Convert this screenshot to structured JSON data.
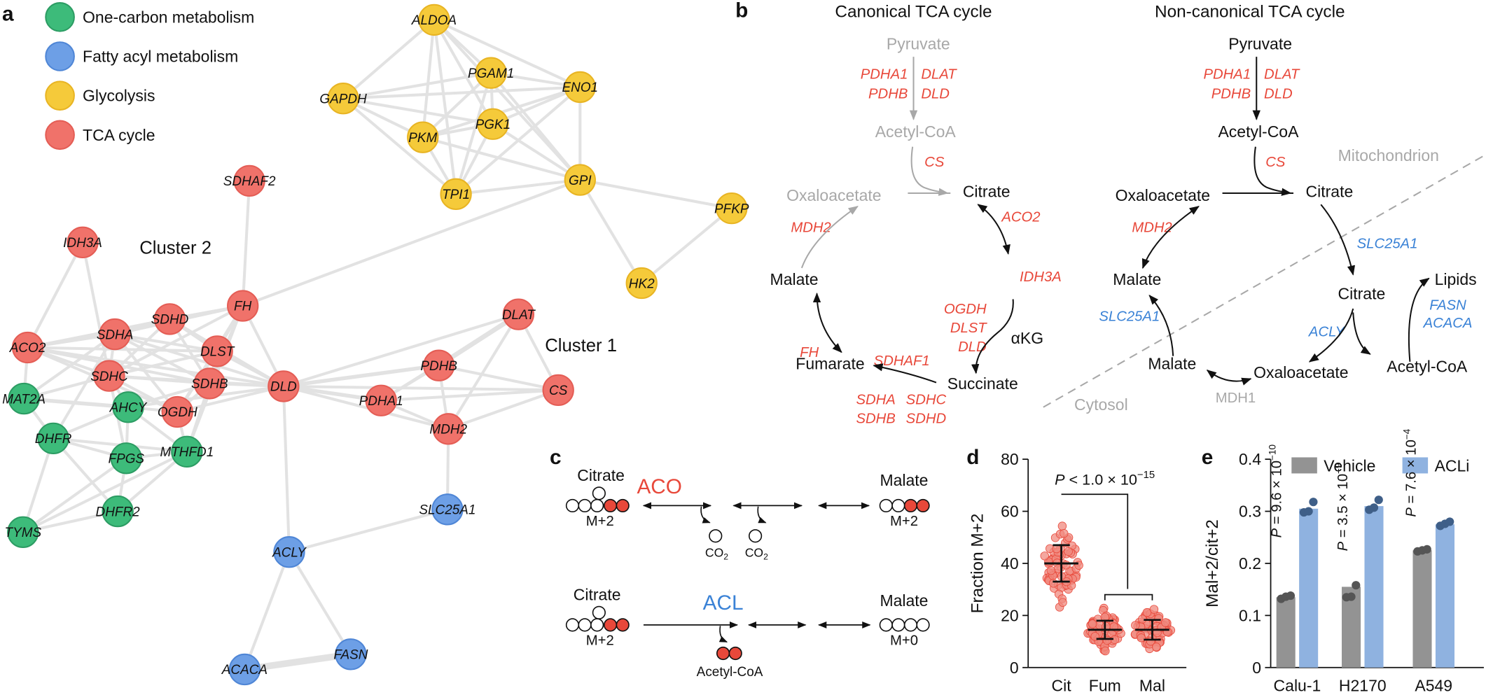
{
  "colors": {
    "one_carbon": "#3dbb7a",
    "fatty_acyl": "#6d9fe6",
    "glycolysis": "#f5ca3a",
    "tca": "#f0726a",
    "enzyme_red": "#e8483a",
    "enzyme_blue": "#3a82d6",
    "grey_text": "#a8a8a8",
    "edge": "#e2e2e2",
    "bar_vehicle": "#939393",
    "bar_acli": "#8fb2e0",
    "dot_vehicle": "#555555",
    "dot_acli": "#3f5f88"
  },
  "panel_labels": {
    "a": "a",
    "b": "b",
    "c": "c",
    "d": "d",
    "e": "e"
  },
  "network": {
    "legend": [
      {
        "label": "One-carbon metabolism",
        "group": "one_carbon"
      },
      {
        "label": "Fatty acyl metabolism",
        "group": "fatty_acyl"
      },
      {
        "label": "Glycolysis",
        "group": "glycolysis"
      },
      {
        "label": "TCA cycle",
        "group": "tca"
      }
    ],
    "cluster_labels": [
      "Cluster 2",
      "Cluster 1"
    ],
    "nodes": [
      {
        "id": "ALDOA",
        "label": "ALDOA",
        "group": "glycolysis"
      },
      {
        "id": "PGAM1",
        "label": "PGAM1",
        "group": "glycolysis"
      },
      {
        "id": "ENO1",
        "label": "ENO1",
        "group": "glycolysis"
      },
      {
        "id": "GAPDH",
        "label": "GAPDH",
        "group": "glycolysis"
      },
      {
        "id": "PKM",
        "label": "PKM",
        "group": "glycolysis"
      },
      {
        "id": "PGK1",
        "label": "PGK1",
        "group": "glycolysis"
      },
      {
        "id": "TPI1",
        "label": "TPI1",
        "group": "glycolysis"
      },
      {
        "id": "GPI",
        "label": "GPI",
        "group": "glycolysis"
      },
      {
        "id": "PFKP",
        "label": "PFKP",
        "group": "glycolysis"
      },
      {
        "id": "HK2",
        "label": "HK2",
        "group": "glycolysis"
      },
      {
        "id": "SDHAF2",
        "label": "SDHAF2",
        "group": "tca"
      },
      {
        "id": "IDH3A",
        "label": "IDH3A",
        "group": "tca"
      },
      {
        "id": "FH",
        "label": "FH",
        "group": "tca"
      },
      {
        "id": "SDHD",
        "label": "SDHD",
        "group": "tca"
      },
      {
        "id": "SDHA",
        "label": "SDHA",
        "group": "tca"
      },
      {
        "id": "ACO2",
        "label": "ACO2",
        "group": "tca"
      },
      {
        "id": "DLST",
        "label": "DLST",
        "group": "tca"
      },
      {
        "id": "SDHC",
        "label": "SDHC",
        "group": "tca"
      },
      {
        "id": "SDHB",
        "label": "SDHB",
        "group": "tca"
      },
      {
        "id": "DLD",
        "label": "DLD",
        "group": "tca"
      },
      {
        "id": "OGDH",
        "label": "OGDH",
        "group": "tca"
      },
      {
        "id": "DLAT",
        "label": "DLAT",
        "group": "tca"
      },
      {
        "id": "PDHB",
        "label": "PDHB",
        "group": "tca"
      },
      {
        "id": "PDHA1",
        "label": "PDHA1",
        "group": "tca"
      },
      {
        "id": "CS",
        "label": "CS",
        "group": "tca"
      },
      {
        "id": "MDH2",
        "label": "MDH2",
        "group": "tca"
      },
      {
        "id": "MAT2A",
        "label": "MAT2A",
        "group": "one_carbon"
      },
      {
        "id": "AHCY",
        "label": "AHCY",
        "group": "one_carbon"
      },
      {
        "id": "DHFR",
        "label": "DHFR",
        "group": "one_carbon"
      },
      {
        "id": "FPGS",
        "label": "FPGS",
        "group": "one_carbon"
      },
      {
        "id": "MTHFD1",
        "label": "MTHFD1",
        "group": "one_carbon"
      },
      {
        "id": "DHFR2",
        "label": "DHFR2",
        "group": "one_carbon"
      },
      {
        "id": "TYMS",
        "label": "TYMS",
        "group": "one_carbon"
      },
      {
        "id": "SLC25A1",
        "label": "SLC25A1",
        "group": "fatty_acyl"
      },
      {
        "id": "ACLY",
        "label": "ACLY",
        "group": "fatty_acyl"
      },
      {
        "id": "ACACA",
        "label": "ACACA",
        "group": "fatty_acyl"
      },
      {
        "id": "FASN",
        "label": "FASN",
        "group": "fatty_acyl"
      }
    ],
    "edges": [
      [
        "ALDOA",
        "PGAM1"
      ],
      [
        "ALDOA",
        "ENO1"
      ],
      [
        "ALDOA",
        "GAPDH"
      ],
      [
        "ALDOA",
        "PKM"
      ],
      [
        "ALDOA",
        "PGK1"
      ],
      [
        "ALDOA",
        "TPI1"
      ],
      [
        "ALDOA",
        "GPI"
      ],
      [
        "PGAM1",
        "ENO1"
      ],
      [
        "PGAM1",
        "GAPDH"
      ],
      [
        "PGAM1",
        "PKM"
      ],
      [
        "PGAM1",
        "PGK1"
      ],
      [
        "PGAM1",
        "TPI1"
      ],
      [
        "PGAM1",
        "GPI"
      ],
      [
        "ENO1",
        "GAPDH"
      ],
      [
        "ENO1",
        "PKM"
      ],
      [
        "ENO1",
        "PGK1"
      ],
      [
        "ENO1",
        "TPI1"
      ],
      [
        "ENO1",
        "GPI"
      ],
      [
        "GAPDH",
        "PKM"
      ],
      [
        "GAPDH",
        "PGK1"
      ],
      [
        "GAPDH",
        "TPI1"
      ],
      [
        "PKM",
        "PGK1"
      ],
      [
        "PKM",
        "TPI1"
      ],
      [
        "PKM",
        "GPI"
      ],
      [
        "PGK1",
        "TPI1"
      ],
      [
        "PGK1",
        "GPI"
      ],
      [
        "TPI1",
        "GPI"
      ],
      [
        "GPI",
        "PFKP"
      ],
      [
        "GPI",
        "HK2"
      ],
      [
        "PFKP",
        "HK2"
      ],
      [
        "GPI",
        "FH"
      ],
      [
        "SDHAF2",
        "FH"
      ],
      [
        "IDH3A",
        "SDHC"
      ],
      [
        "IDH3A",
        "ACO2"
      ],
      [
        "ACO2",
        "SDHA"
      ],
      [
        "ACO2",
        "SDHC"
      ],
      [
        "ACO2",
        "SDHD"
      ],
      [
        "ACO2",
        "DLST"
      ],
      [
        "ACO2",
        "FH"
      ],
      [
        "ACO2",
        "OGDH"
      ],
      [
        "ACO2",
        "SDHB"
      ],
      [
        "ACO2",
        "MAT2A"
      ],
      [
        "ACO2",
        "DLD"
      ],
      [
        "SDHA",
        "SDHD"
      ],
      [
        "SDHA",
        "SDHC"
      ],
      [
        "SDHA",
        "SDHB"
      ],
      [
        "SDHA",
        "DLST"
      ],
      [
        "SDHA",
        "FH"
      ],
      [
        "SDHA",
        "OGDH"
      ],
      [
        "SDHA",
        "DLD"
      ],
      [
        "SDHD",
        "SDHC"
      ],
      [
        "SDHD",
        "SDHB"
      ],
      [
        "SDHD",
        "FH"
      ],
      [
        "SDHD",
        "DLST"
      ],
      [
        "SDHD",
        "DLD"
      ],
      [
        "SDHC",
        "SDHB"
      ],
      [
        "SDHC",
        "FH"
      ],
      [
        "SDHC",
        "DLD"
      ],
      [
        "SDHC",
        "OGDH"
      ],
      [
        "SDHC",
        "DLST"
      ],
      [
        "SDHB",
        "FH"
      ],
      [
        "SDHB",
        "DLD"
      ],
      [
        "SDHB",
        "DLST"
      ],
      [
        "SDHB",
        "OGDH"
      ],
      [
        "DLST",
        "DLD"
      ],
      [
        "DLST",
        "OGDH"
      ],
      [
        "DLST",
        "FH"
      ],
      [
        "OGDH",
        "DLD"
      ],
      [
        "OGDH",
        "FH"
      ],
      [
        "FH",
        "DLD"
      ],
      [
        "DLD",
        "PDHA1"
      ],
      [
        "DLD",
        "PDHB"
      ],
      [
        "DLD",
        "DLAT"
      ],
      [
        "DLD",
        "MDH2"
      ],
      [
        "DLD",
        "CS"
      ],
      [
        "PDHA1",
        "PDHB"
      ],
      [
        "PDHA1",
        "DLAT"
      ],
      [
        "PDHA1",
        "CS"
      ],
      [
        "PDHA1",
        "MDH2"
      ],
      [
        "PDHB",
        "DLAT"
      ],
      [
        "PDHB",
        "CS"
      ],
      [
        "PDHB",
        "MDH2"
      ],
      [
        "DLAT",
        "CS"
      ],
      [
        "DLAT",
        "MDH2"
      ],
      [
        "CS",
        "MDH2"
      ],
      [
        "MAT2A",
        "AHCY"
      ],
      [
        "MAT2A",
        "DHFR"
      ],
      [
        "MAT2A",
        "SDHC"
      ],
      [
        "MAT2A",
        "SDHA"
      ],
      [
        "AHCY",
        "DHFR"
      ],
      [
        "AHCY",
        "FPGS"
      ],
      [
        "AHCY",
        "MTHFD1"
      ],
      [
        "AHCY",
        "SDHC"
      ],
      [
        "AHCY",
        "OGDH"
      ],
      [
        "AHCY",
        "SDHB"
      ],
      [
        "AHCY",
        "DLD"
      ],
      [
        "DHFR",
        "FPGS"
      ],
      [
        "DHFR",
        "MTHFD1"
      ],
      [
        "DHFR",
        "DHFR2"
      ],
      [
        "DHFR",
        "TYMS"
      ],
      [
        "DHFR",
        "SDHA"
      ],
      [
        "FPGS",
        "MTHFD1"
      ],
      [
        "FPGS",
        "DHFR2"
      ],
      [
        "FPGS",
        "TYMS"
      ],
      [
        "FPGS",
        "SDHC"
      ],
      [
        "MTHFD1",
        "DHFR2"
      ],
      [
        "MTHFD1",
        "TYMS"
      ],
      [
        "MTHFD1",
        "SDHB"
      ],
      [
        "MTHFD1",
        "OGDH"
      ],
      [
        "MTHFD1",
        "FH"
      ],
      [
        "DHFR2",
        "TYMS"
      ],
      [
        "MDH2",
        "SLC25A1"
      ],
      [
        "DLD",
        "ACLY"
      ],
      [
        "SLC25A1",
        "ACLY"
      ],
      [
        "ACLY",
        "ACACA"
      ],
      [
        "ACLY",
        "FASN"
      ],
      [
        "ACACA",
        "FASN"
      ]
    ]
  },
  "panel_b": {
    "canonical": {
      "title": "Canonical TCA cycle",
      "pyruvate": "Pyruvate",
      "pdh": [
        "PDHA1",
        "DLAT",
        "PDHB",
        "DLD"
      ],
      "acetyl_coa": "Acetyl-CoA",
      "cs": "CS",
      "oxaloacetate": "Oxaloacetate",
      "citrate": "Citrate",
      "aco2": "ACO2",
      "mdh2": "MDH2",
      "idh3a": "IDH3A",
      "malate": "Malate",
      "akg": "αKG",
      "fh": "FH",
      "ogdh": [
        "OGDH",
        "DLST",
        "DLD"
      ],
      "fumarate": "Fumarate",
      "sdhaf1": "SDHAF1",
      "succinate": "Succinate",
      "sdh": [
        "SDHA",
        "SDHC",
        "SDHB",
        "SDHD"
      ]
    },
    "noncanonical": {
      "title": "Non-canonical TCA cycle",
      "pyruvate": "Pyruvate",
      "pdh": [
        "PDHA1",
        "DLAT",
        "PDHB",
        "DLD"
      ],
      "acetyl_coa": "Acetyl-CoA",
      "cs": "CS",
      "mitochondrion": "Mitochondrion",
      "oxaloacetate": "Oxaloacetate",
      "citrate": "Citrate",
      "mdh2": "MDH2",
      "slc25a1_top": "SLC25A1",
      "malate": "Malate",
      "citrate_cyto": "Citrate",
      "lipids": "Lipids",
      "fasn": "FASN",
      "acaca": "ACACA",
      "slc25a1_left": "SLC25A1",
      "acly": "ACLY",
      "acetyl_coa_cyto": "Acetyl-CoA",
      "malate_cyto": "Malate",
      "oxaloacetate_cyto": "Oxaloacetate",
      "mdh1": "MDH1",
      "cytosol": "Cytosol"
    }
  },
  "panel_c": {
    "row1": {
      "left_label": "Citrate",
      "enzyme": "ACO",
      "left_sub": "M+2",
      "right_label": "Malate",
      "right_sub": "M+2",
      "co2": [
        "CO",
        "CO"
      ],
      "co2_sub": "2"
    },
    "row2": {
      "left_label": "Citrate",
      "enzyme": "ACL",
      "left_sub": "M+2",
      "right_label": "Malate",
      "right_sub": "M+0",
      "product": "Acetyl-CoA"
    }
  },
  "chart_data": [
    {
      "panel": "d",
      "type": "scatter",
      "ylabel": "Fraction M+2",
      "ylim": [
        0,
        80
      ],
      "yticks": [
        0,
        20,
        40,
        60,
        80
      ],
      "categories": [
        "Cit",
        "Fum",
        "Mal"
      ],
      "summary": [
        {
          "category": "Cit",
          "mean": 40,
          "sd": 7
        },
        {
          "category": "Fum",
          "mean": 14.5,
          "sd": 3.5
        },
        {
          "category": "Mal",
          "mean": 14.5,
          "sd": 3.8
        }
      ],
      "annotation": {
        "text": "P < 1.0 × 10",
        "exponent": "−15"
      }
    },
    {
      "panel": "e",
      "type": "bar",
      "ylabel": "Mal+2/cit+2",
      "ylim": [
        0,
        0.4
      ],
      "yticks": [
        "0",
        "0.1",
        "0.2",
        "0.3",
        "0.4"
      ],
      "categories": [
        "Calu-1",
        "H2170",
        "A549"
      ],
      "legend": [
        "Vehicle",
        "ACLi"
      ],
      "series": [
        {
          "name": "Vehicle",
          "values": [
            0.135,
            0.155,
            0.225
          ],
          "points": [
            [
              0.132,
              0.136,
              0.138
            ],
            [
              0.135,
              0.136,
              0.158
            ],
            [
              0.223,
              0.225,
              0.227
            ]
          ]
        },
        {
          "name": "ACLi",
          "values": [
            0.305,
            0.31,
            0.275
          ],
          "points": [
            [
              0.298,
              0.3,
              0.318
            ],
            [
              0.303,
              0.307,
              0.322
            ],
            [
              0.272,
              0.276,
              0.28
            ]
          ]
        }
      ],
      "pvalues": [
        {
          "base": "P = 9.6 × 10",
          "exp": "−10"
        },
        {
          "base": "P = 3.5 × 10",
          "exp": "−9"
        },
        {
          "base": "P = 7.6 × 10",
          "exp": "−4"
        }
      ]
    }
  ]
}
